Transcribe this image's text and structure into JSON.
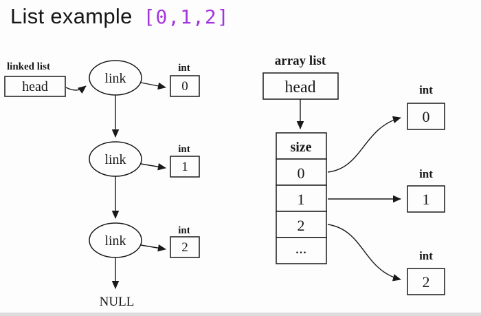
{
  "title": {
    "text": "List example",
    "code": "[0,1,2]"
  },
  "colors": {
    "code_accent": "#a335e0",
    "ink": "#191919",
    "background": "#fdfdfd",
    "bottom_bar": "#dcdcdf"
  },
  "linked_list": {
    "label": "linked list",
    "head_label": "head",
    "null_label": "NULL",
    "nodes": [
      {
        "label": "link",
        "type": "int",
        "value": "0"
      },
      {
        "label": "link",
        "type": "int",
        "value": "1"
      },
      {
        "label": "link",
        "type": "int",
        "value": "2"
      }
    ]
  },
  "array_list": {
    "label": "array list",
    "head_label": "head",
    "size_label": "size",
    "cells": [
      "0",
      "1",
      "2",
      "..."
    ],
    "targets": [
      {
        "type": "int",
        "value": "0"
      },
      {
        "type": "int",
        "value": "1"
      },
      {
        "type": "int",
        "value": "2"
      }
    ]
  }
}
